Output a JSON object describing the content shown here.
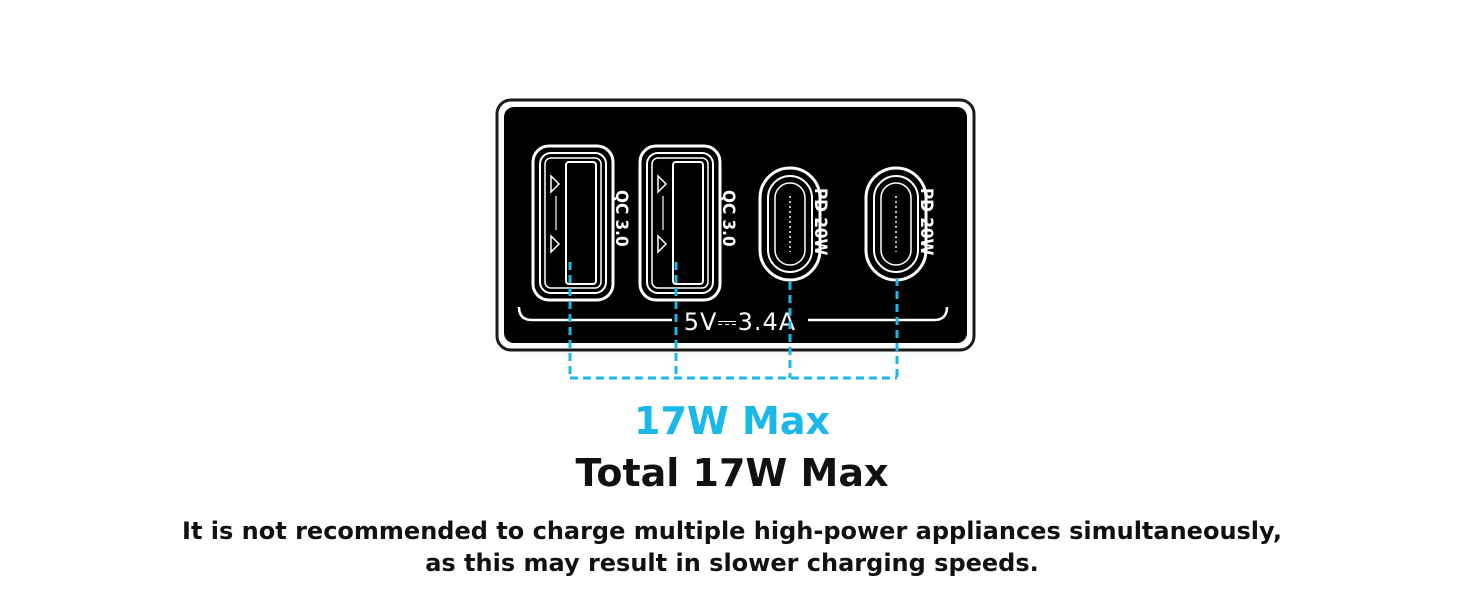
{
  "ports": [
    {
      "name": "usb-a-port-1",
      "type": "usb-a",
      "label": "QC 3.0"
    },
    {
      "name": "usb-a-port-2",
      "type": "usb-a",
      "label": "QC 3.0"
    },
    {
      "name": "usb-c-port-1",
      "type": "usb-c",
      "label": "PD 20W"
    },
    {
      "name": "usb-c-port-2",
      "type": "usb-c",
      "label": "PD 20W"
    }
  ],
  "device": {
    "spec_label": "5V⎓3.4A",
    "body_color": "#000000",
    "outline_color": "#1a1a1a"
  },
  "callout": {
    "max_text": "17W Max",
    "color": "#1ab7ea"
  },
  "total": {
    "text": "Total 17W Max",
    "color": "#111111"
  },
  "note": {
    "line1": "It is not recommended to charge multiple high-power appliances simultaneously,",
    "line2": "as this may result in slower charging speeds."
  }
}
